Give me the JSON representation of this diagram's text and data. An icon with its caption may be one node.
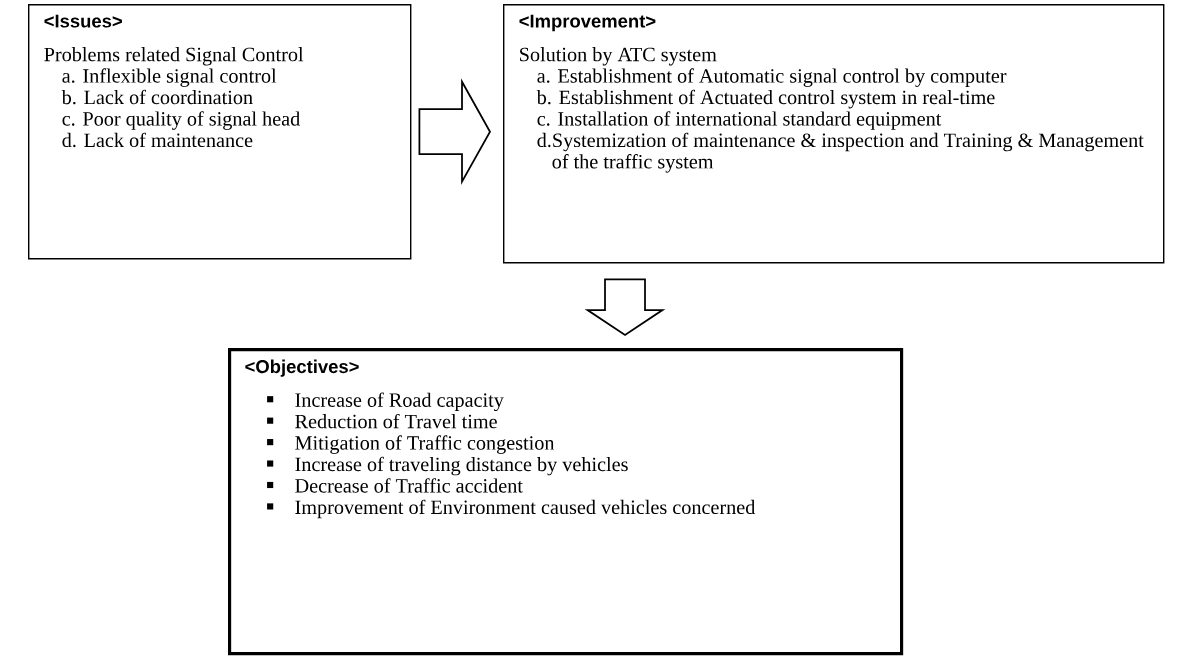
{
  "diagram": {
    "nodes": [
      {
        "text": [
          "<Issues>",
          "Problems related Signal Control",
          "a. Inflexible signal control",
          "b. Lack of coordination",
          "c. Poor quality of signal head",
          "d. Lack of maintenance"
        ]
      },
      {
        "text": [
          "<Improvement>",
          "Solution by ATC system",
          "a. Establishment of Automatic signal control by computer",
          "b. Establishment of Actuated control system in real-time",
          "c. Installation of international standard equipment",
          "d.Systemization of maintenance & inspection and Training & Management of the traffic system"
        ]
      },
      {
        "text": [
          "<Objectives>",
          "Increase of Road capacity",
          "Reduction of Travel time",
          "Mitigation of Traffic congestion",
          "Increase of traveling distance by vehicles",
          "Decrease of Traffic accident",
          "Improvement of Environment caused vehicles concerned"
        ]
      }
    ],
    "edges": [
      {
        "from": 0,
        "to": 1,
        "arrow": "to"
      },
      {
        "from": 1,
        "to": 2,
        "arrow": "to"
      }
    ]
  }
}
